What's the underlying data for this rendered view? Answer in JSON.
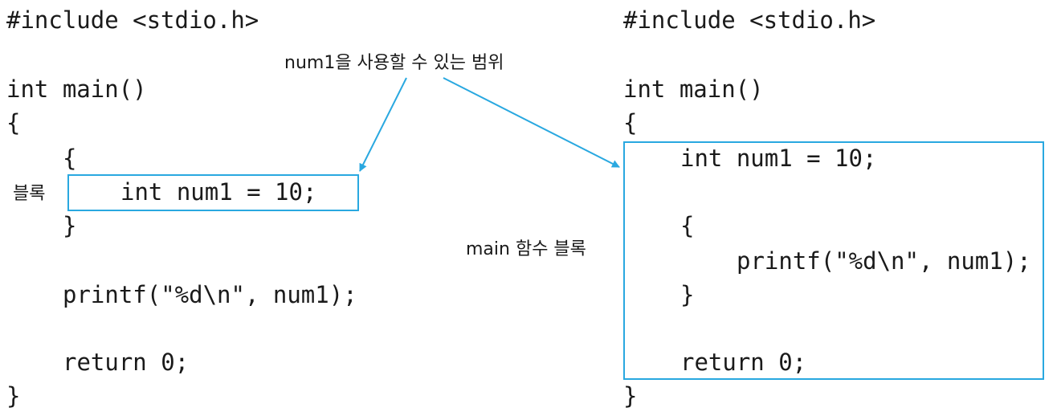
{
  "left_code": {
    "include": "#include <stdio.h>",
    "main_sig": "int main()",
    "open_main": "{",
    "open_block": "{",
    "decl": "int num1 = 10;",
    "close_block": "}",
    "printf": "printf(\"%d\\n\", num1);",
    "ret": "return 0;",
    "close_main": "}"
  },
  "right_code": {
    "include": "#include <stdio.h>",
    "main_sig": "int main()",
    "open_main": "{",
    "decl": "int num1 = 10;",
    "open_block": "{",
    "printf": "printf(\"%d\\n\", num1);",
    "close_block": "}",
    "ret": "return 0;",
    "close_main": "}"
  },
  "labels": {
    "scope": "num1을 사용할 수 있는 범위",
    "block": "블록",
    "main_block": "main 함수 블록"
  },
  "colors": {
    "accent": "#29a8e0",
    "text": "#1a1a1a"
  }
}
